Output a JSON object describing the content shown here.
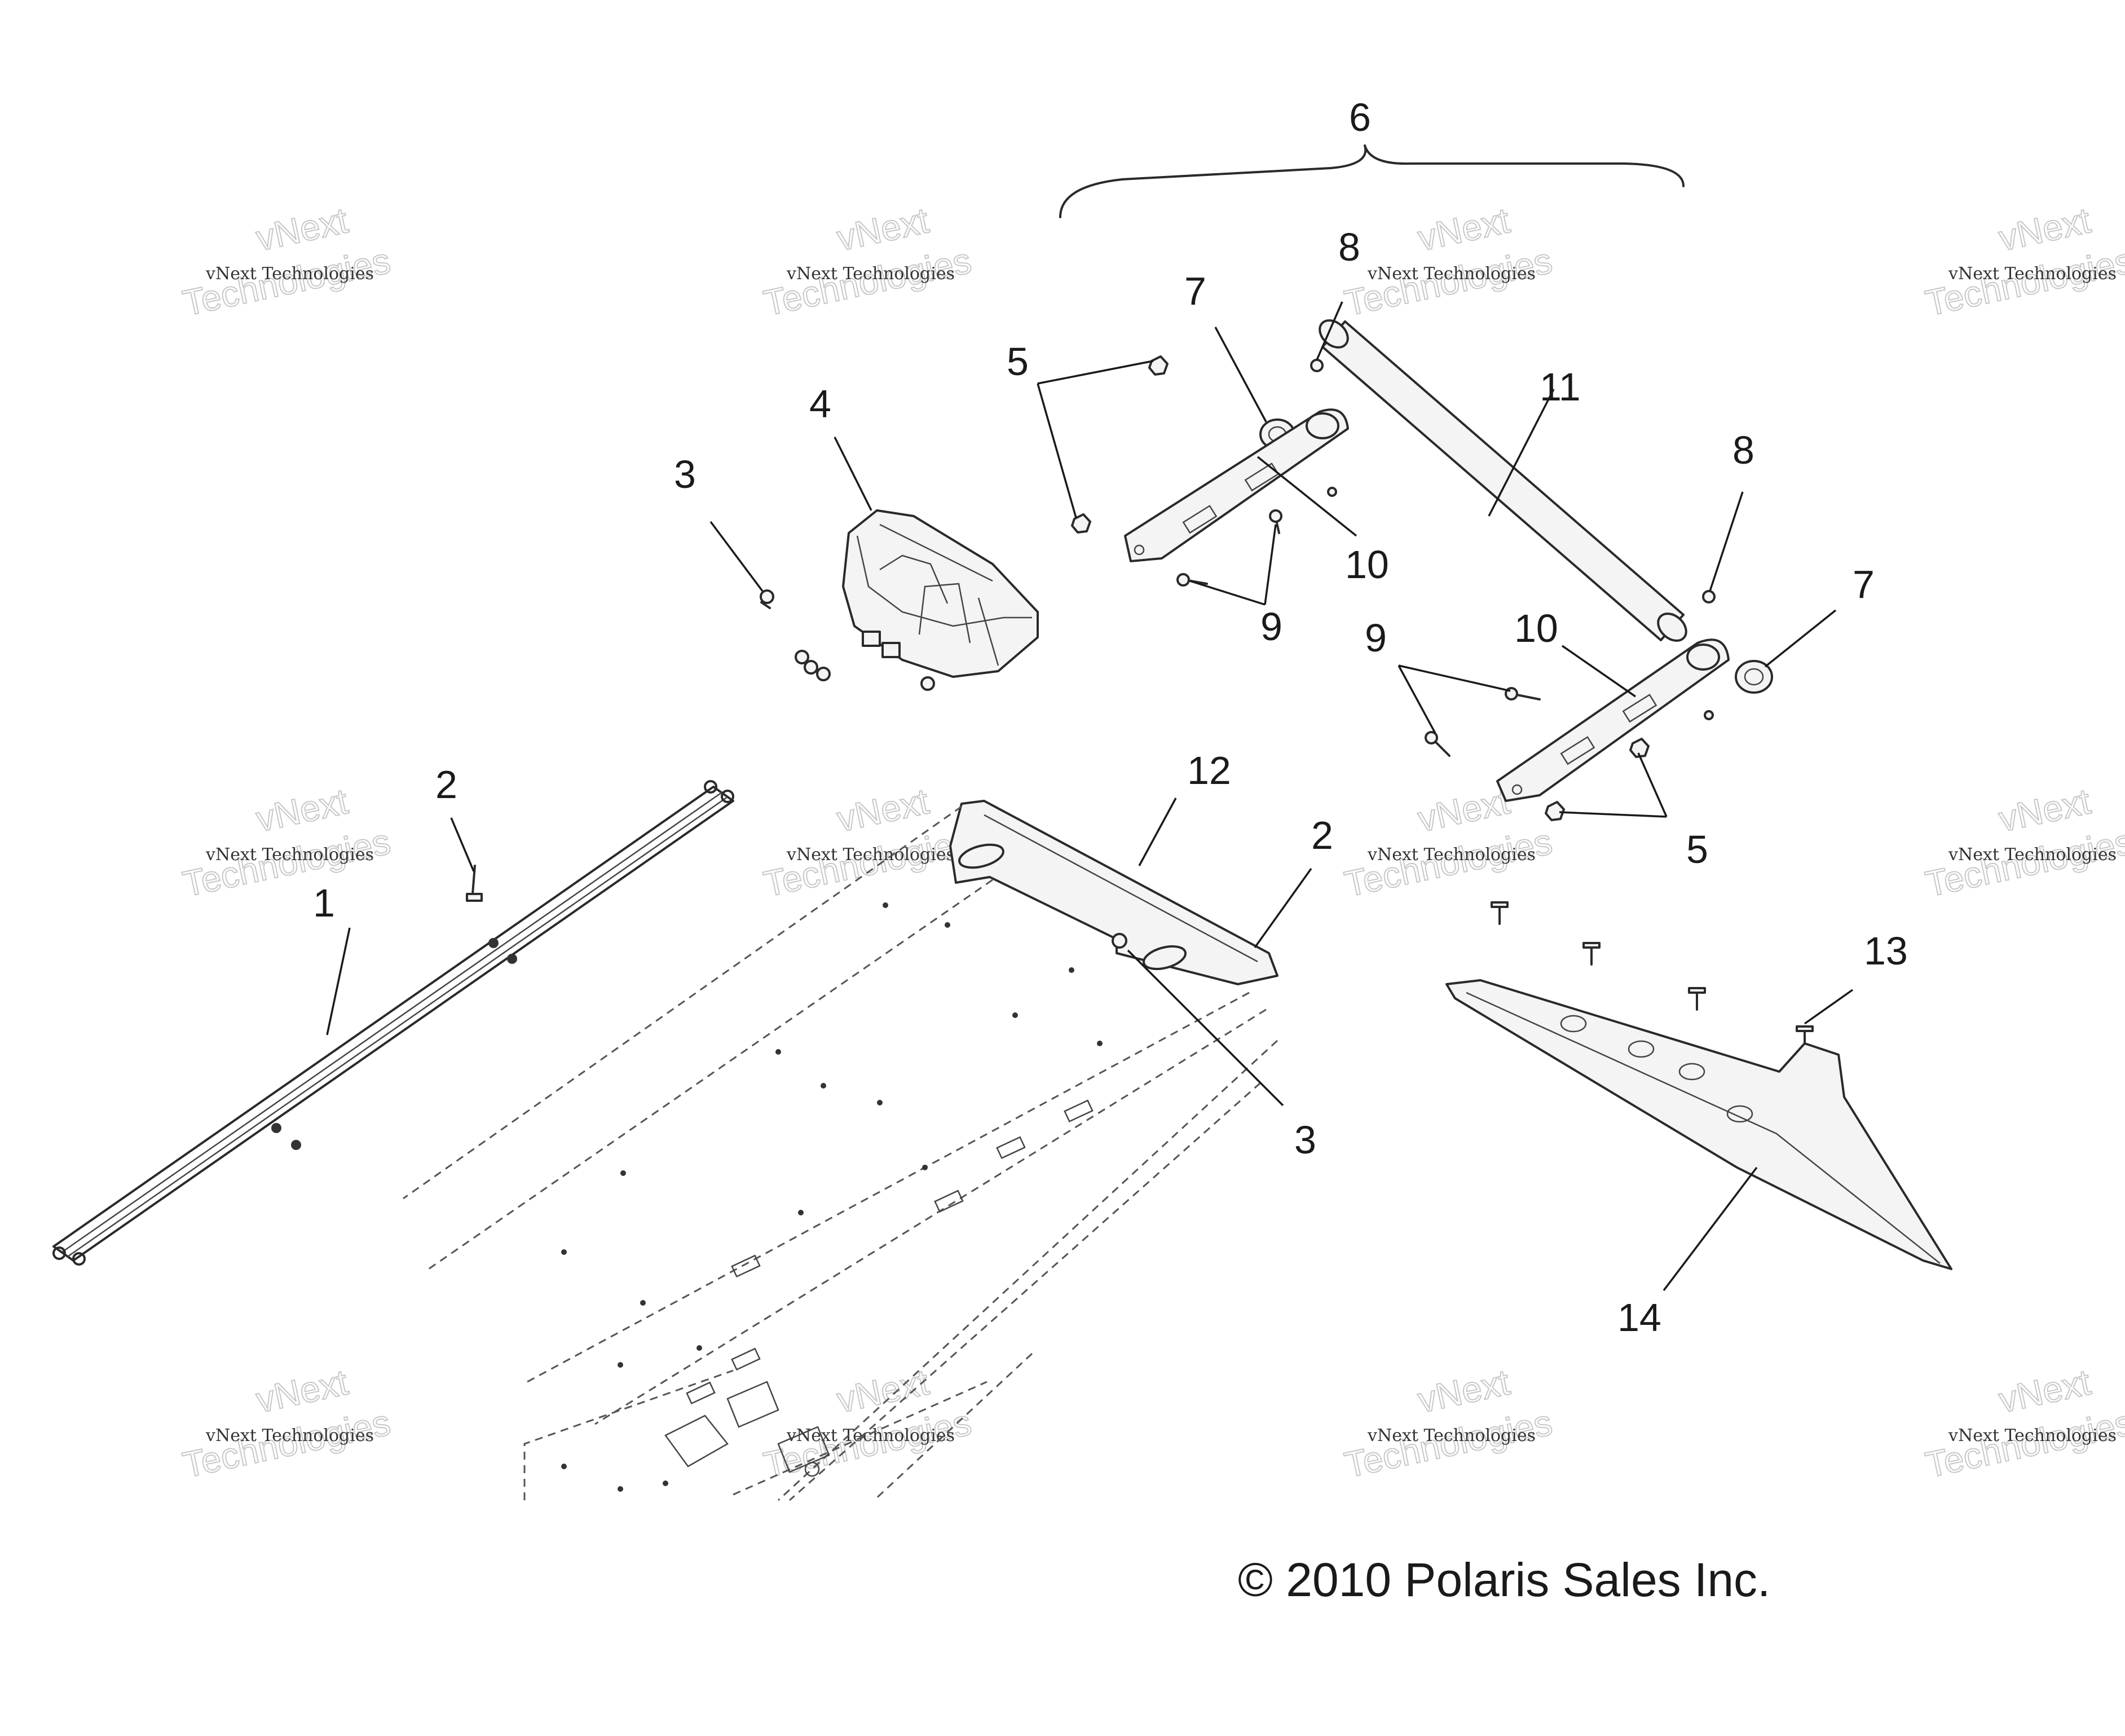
{
  "diagram": {
    "callouts": [
      {
        "id": "c1",
        "text": "1"
      },
      {
        "id": "c2a",
        "text": "2"
      },
      {
        "id": "c2b",
        "text": "2"
      },
      {
        "id": "c3a",
        "text": "3"
      },
      {
        "id": "c3b",
        "text": "3"
      },
      {
        "id": "c4",
        "text": "4"
      },
      {
        "id": "c5a",
        "text": "5"
      },
      {
        "id": "c5b",
        "text": "5"
      },
      {
        "id": "c6",
        "text": "6"
      },
      {
        "id": "c7a",
        "text": "7"
      },
      {
        "id": "c7b",
        "text": "7"
      },
      {
        "id": "c8a",
        "text": "8"
      },
      {
        "id": "c8b",
        "text": "8"
      },
      {
        "id": "c9a",
        "text": "9"
      },
      {
        "id": "c9b",
        "text": "9"
      },
      {
        "id": "c10a",
        "text": "10"
      },
      {
        "id": "c10b",
        "text": "10"
      },
      {
        "id": "c11",
        "text": "11"
      },
      {
        "id": "c12",
        "text": "12"
      },
      {
        "id": "c13",
        "text": "13"
      },
      {
        "id": "c14",
        "text": "14"
      }
    ],
    "copyright": "© 2010 Polaris Sales Inc.",
    "watermark": {
      "line1": "vNext Technologies",
      "line2a": "vNext",
      "line2b": "Technologies"
    }
  },
  "colors": {
    "line": "#2a2a2a",
    "background": "#ffffff",
    "watermark": "#c8c8c8"
  }
}
